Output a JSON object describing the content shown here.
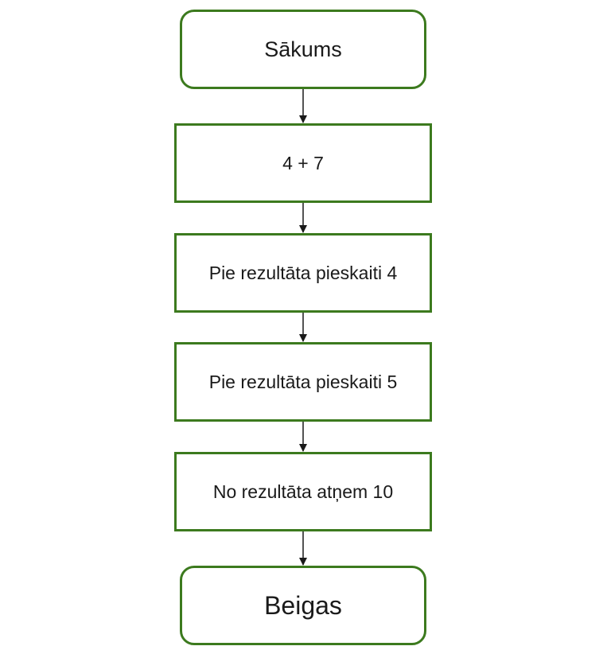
{
  "flowchart": {
    "start_label": "Sākums",
    "steps": [
      {
        "label": "4 + 7"
      },
      {
        "label": "Pie rezultāta pieskaiti 4"
      },
      {
        "label": "Pie rezultāta pieskaiti 5"
      },
      {
        "label": "No rezultāta atņem 10"
      }
    ],
    "end_label": "Beigas"
  },
  "colors": {
    "node_border": "#3c7a1e",
    "arrow": "#1a1a1a",
    "background": "#ffffff"
  }
}
